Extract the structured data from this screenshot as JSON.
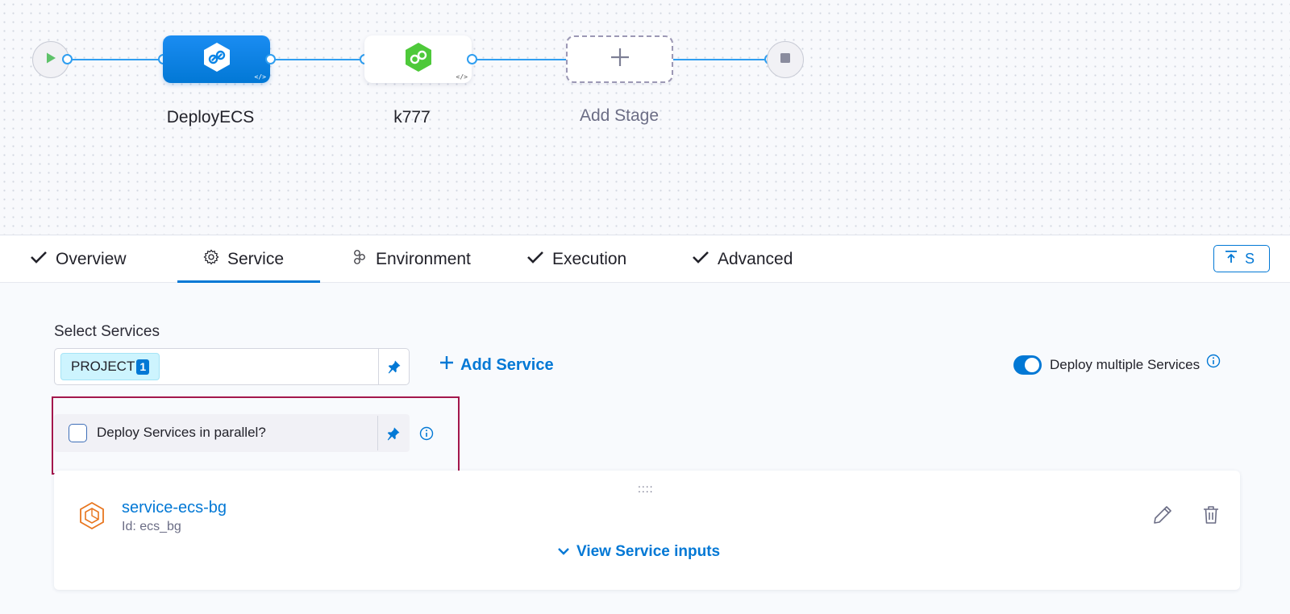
{
  "pipeline": {
    "stages": [
      {
        "name": "DeployECS",
        "selected": true
      },
      {
        "name": "k777",
        "selected": false
      }
    ],
    "add_stage_label": "Add Stage"
  },
  "tabs": [
    {
      "label": "Overview",
      "icon": "check-icon"
    },
    {
      "label": "Service",
      "icon": "gear-icon",
      "active": true
    },
    {
      "label": "Environment",
      "icon": "environment-icon"
    },
    {
      "label": "Execution",
      "icon": "check-icon"
    },
    {
      "label": "Advanced",
      "icon": "check-icon"
    }
  ],
  "side_button": {
    "label": "S"
  },
  "select_services": {
    "label": "Select Services",
    "chip_label": "PROJECT",
    "chip_count": "1"
  },
  "add_service_label": "Add Service",
  "deploy_multiple": {
    "label": "Deploy multiple Services",
    "enabled": true
  },
  "parallel": {
    "label": "Deploy Services in parallel?",
    "checked": false
  },
  "service_card": {
    "drag_handle": "::::",
    "name": "service-ecs-bg",
    "id_text": "Id: ecs_bg",
    "view_inputs_label": "View Service inputs"
  },
  "colors": {
    "accent": "#0278d5",
    "pipeline_line": "#2f9ef0",
    "highlight_border": "#a3174c",
    "service_icon": "#e8761f"
  }
}
